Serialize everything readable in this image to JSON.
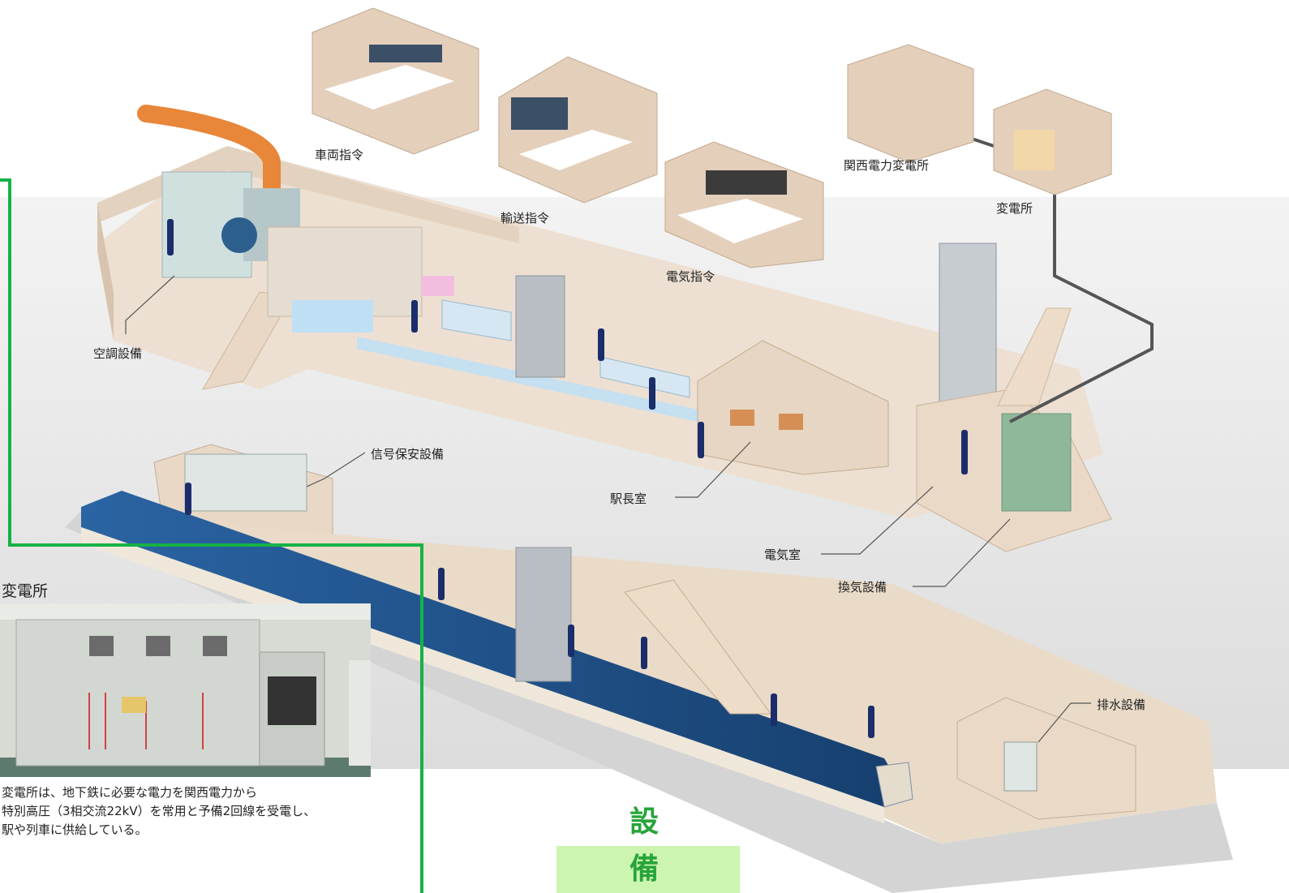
{
  "labels": {
    "vehicle_command": "車両指令",
    "transport_command": "輸送指令",
    "electric_command": "電気指令",
    "kansai_substation": "関西電力変電所",
    "substation": "変電所",
    "air_conditioning": "空調設備",
    "signal_safety": "信号保安設備",
    "station_master": "駅長室",
    "electric_room": "電気室",
    "ventilation": "換気設備",
    "drainage": "排水設備"
  },
  "panel": {
    "title": "変電所",
    "caption_lines": [
      "変電所は、地下鉄に必要な電力を関西電力から",
      "特別高圧（3相交流22kV）を常用と予備2回線を受電し、",
      "駅や列車に供給している。"
    ]
  },
  "section_title": "設備",
  "colors": {
    "highlight": "#15b247",
    "train_blue": "#1d4e84",
    "wall": "#e9d8c6",
    "badge_bg": "#ccf5b0",
    "badge_text": "#27a43a",
    "pipe": "#e8863a"
  }
}
